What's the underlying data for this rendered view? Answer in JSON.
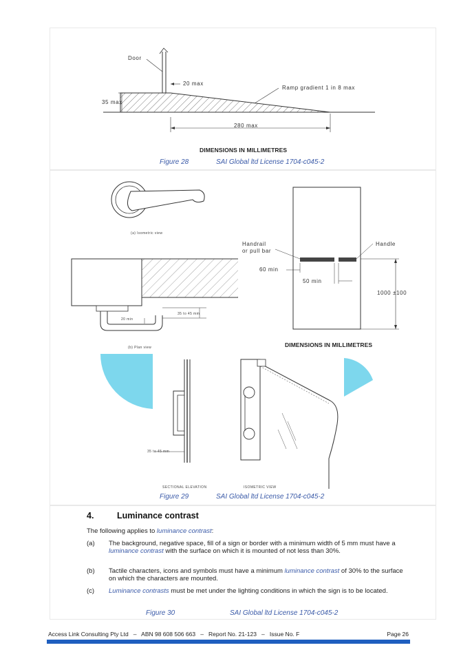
{
  "fig28": {
    "door": "Door",
    "dim_top": "20 max",
    "ramp": "Ramp gradient 1 in 8 max",
    "dim_left": "35 max",
    "dim_bottom": "280 max",
    "dimensions": "DIMENSIONS IN MILLIMETRES",
    "caption_label": "Figure 28",
    "caption_license": "SAI Global ltd License 1704-c045-2"
  },
  "fig29": {
    "iso_label": "(a) Isometric view",
    "plan_label": "(b) Plan view",
    "plan_dim_a": "20 min",
    "plan_dim_b": "35 to 45 mm",
    "handrail": "Handrail",
    "pull_bar": "or pull bar",
    "handle": "Handle",
    "d60": "60 min",
    "d50": "50 min",
    "height": "1000 ±100",
    "dimensions": "DIMENSIONS IN MILLIMETRES",
    "sect_label": "SECTIONAL ELEVATION",
    "iso_view_label": "ISOMETRIC VIEW",
    "sect_dim": "35 to 45 mm",
    "caption_label": "Figure 29",
    "caption_license": "SAI Global ltd License 1704-c045-2"
  },
  "section4": {
    "number": "4.",
    "title": "Luminance contrast",
    "intro_pre": "The following applies to ",
    "intro_term": "luminance contrast",
    "intro_post": ":",
    "items": [
      {
        "key": "(a)",
        "pre": "The background, negative space, fill of a sign or border with a minimum width of 5 mm must have a ",
        "term": "luminance contrast",
        "post": " with the surface on which it is mounted of not less than 30%."
      },
      {
        "key": "(b)",
        "pre": "Tactile characters, icons and symbols must have a minimum ",
        "term": "luminance contrast",
        "post": " of 30% to the surface on which the characters are mounted."
      },
      {
        "key": "(c)",
        "pre": "",
        "term": "Luminance contrasts",
        "post": " must be met under the lighting conditions in which the sign is to be located."
      }
    ],
    "caption_label": "Figure 30",
    "caption_license": "SAI Global ltd License 1704-c045-2"
  },
  "footer": {
    "company": "Access Link Consulting Pty Ltd",
    "abn": "ABN 98 608 506 663",
    "report": "Report No. 21-123",
    "issue": "Issue No. F",
    "sep": "–",
    "page": "Page 26"
  },
  "colors": {
    "accent": "#1f5fbf",
    "caption": "#3a5aa8",
    "cyan": "#66d0ea"
  }
}
